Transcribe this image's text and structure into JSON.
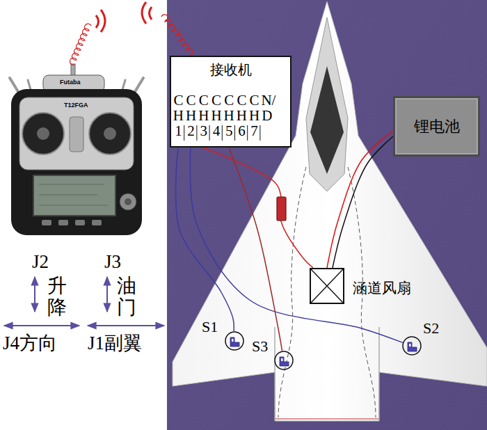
{
  "diagram": {
    "nodes": [
      {
        "text": [
          "接收机"
        ]
      },
      {
        "text": [
          "锂电池"
        ]
      },
      {
        "text": [
          "涵道风扇"
        ]
      },
      {
        "text": [
          "S1"
        ]
      },
      {
        "text": [
          "S3"
        ]
      },
      {
        "text": [
          "S2"
        ]
      }
    ],
    "edges": [
      {
        "from": 0,
        "to": 3,
        "arrow": "none"
      },
      {
        "from": 0,
        "to": 5,
        "arrow": "none"
      },
      {
        "from": 0,
        "to": 2,
        "arrow": "none"
      },
      {
        "from": 0,
        "to": 4,
        "arrow": "none"
      },
      {
        "from": 1,
        "to": 2,
        "arrow": "none"
      }
    ],
    "labels": [
      "Futaba",
      "T12FGA",
      "J2",
      "升降",
      "J3",
      "油门",
      "J4方向",
      "J1副翼",
      "CH1",
      "CH2",
      "CH3",
      "CH4",
      "CH5",
      "CH6",
      "CH7",
      "N/D"
    ]
  }
}
